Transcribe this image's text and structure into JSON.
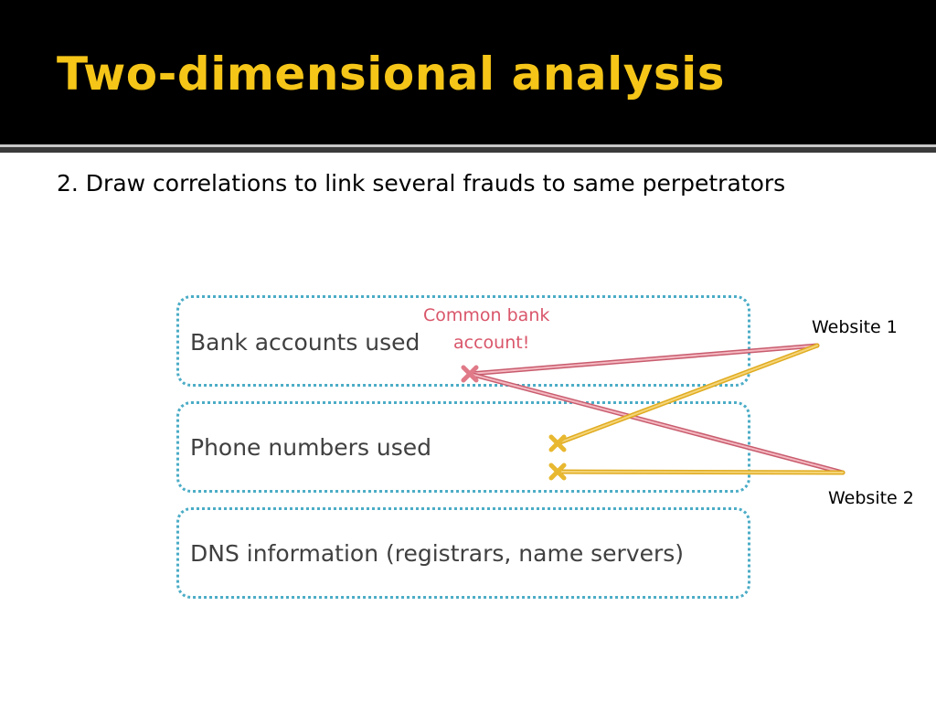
{
  "slide": {
    "title": "Two-dimensional analysis",
    "bullet": "2. Draw correlations to link several frauds to same perpetrators"
  },
  "rows": [
    {
      "label": "Bank accounts used"
    },
    {
      "label": "Phone numbers used"
    },
    {
      "label": "DNS information (registrars, name servers)"
    }
  ],
  "callout": {
    "line1": "Common bank",
    "line2": "account!"
  },
  "websites": [
    {
      "label": "Website 1"
    },
    {
      "label": "Website 2"
    }
  ],
  "colors": {
    "title": "#f5c518",
    "box_border": "#4bacc6",
    "bank_link": "#e07a88",
    "phone_link": "#e8b830",
    "callout": "#d9566a"
  }
}
